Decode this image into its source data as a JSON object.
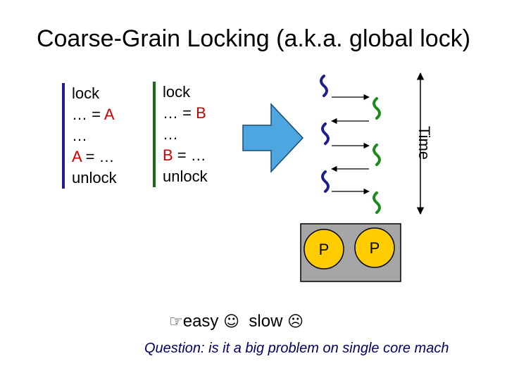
{
  "slide": {
    "title": "Coarse-Grain Locking (a.k.a. global lock)"
  },
  "thread1_code": [
    {
      "pre": "lock",
      "var": "",
      "post": ""
    },
    {
      "pre": "… = ",
      "var": "A",
      "post": ""
    },
    {
      "pre": "…",
      "var": "",
      "post": ""
    },
    {
      "pre": "",
      "var": "A",
      "post": " = …"
    },
    {
      "pre": "unlock",
      "var": "",
      "post": ""
    }
  ],
  "thread2_code": [
    {
      "pre": "lock",
      "var": "",
      "post": ""
    },
    {
      "pre": "… = ",
      "var": "B",
      "post": ""
    },
    {
      "pre": "…",
      "var": "",
      "post": ""
    },
    {
      "pre": "",
      "var": "B",
      "post": " = …"
    },
    {
      "pre": "unlock",
      "var": "",
      "post": ""
    }
  ],
  "diagram": {
    "time_label": "Time",
    "processors": [
      "P",
      "P"
    ],
    "colors": {
      "thread_blue": "#1f1f8c",
      "thread_green": "#1a8a1a",
      "arrow_fill": "#4da6e0",
      "processor_fill": "#ffcc00",
      "box_fill": "#a6a6a6",
      "variable_red": "#cc0000"
    }
  },
  "caption": {
    "pointer_icon": "pointing-hand-icon",
    "easy": "easy",
    "happy_icon": "smiley-face-icon",
    "slow": "slow",
    "sad_icon": "sad-face-icon"
  },
  "question": "Question: is it a big problem on single core mach"
}
